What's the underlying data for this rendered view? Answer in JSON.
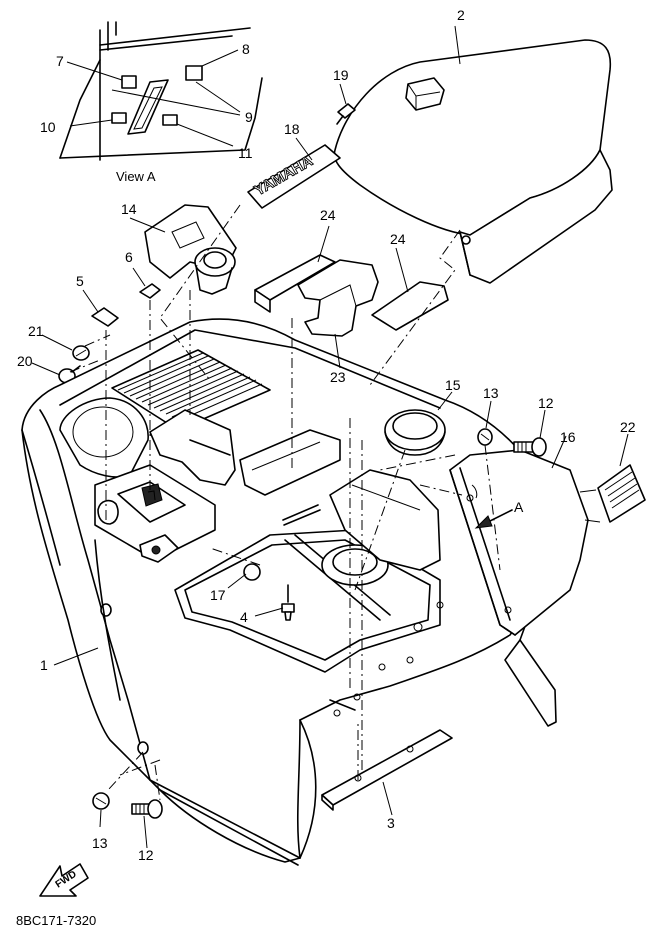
{
  "view_label": "View A",
  "diagram_code": "8BC171-7320",
  "arrow_letter": "A",
  "fwd_text": "FWD",
  "emblem_text": "YAMAHA",
  "callouts": {
    "p1": "1",
    "p2": "2",
    "p3": "3",
    "p4": "4",
    "p5": "5",
    "p6": "6",
    "p7": "7",
    "p8": "8",
    "p9": "9",
    "p10": "10",
    "p11": "11",
    "p12a": "12",
    "p12b": "12",
    "p13a": "13",
    "p13b": "13",
    "p14": "14",
    "p15": "15",
    "p16": "16",
    "p17": "17",
    "p18": "18",
    "p19": "19",
    "p20": "20",
    "p21": "21",
    "p22": "22",
    "p23": "23",
    "p24a": "24",
    "p24b": "24"
  }
}
